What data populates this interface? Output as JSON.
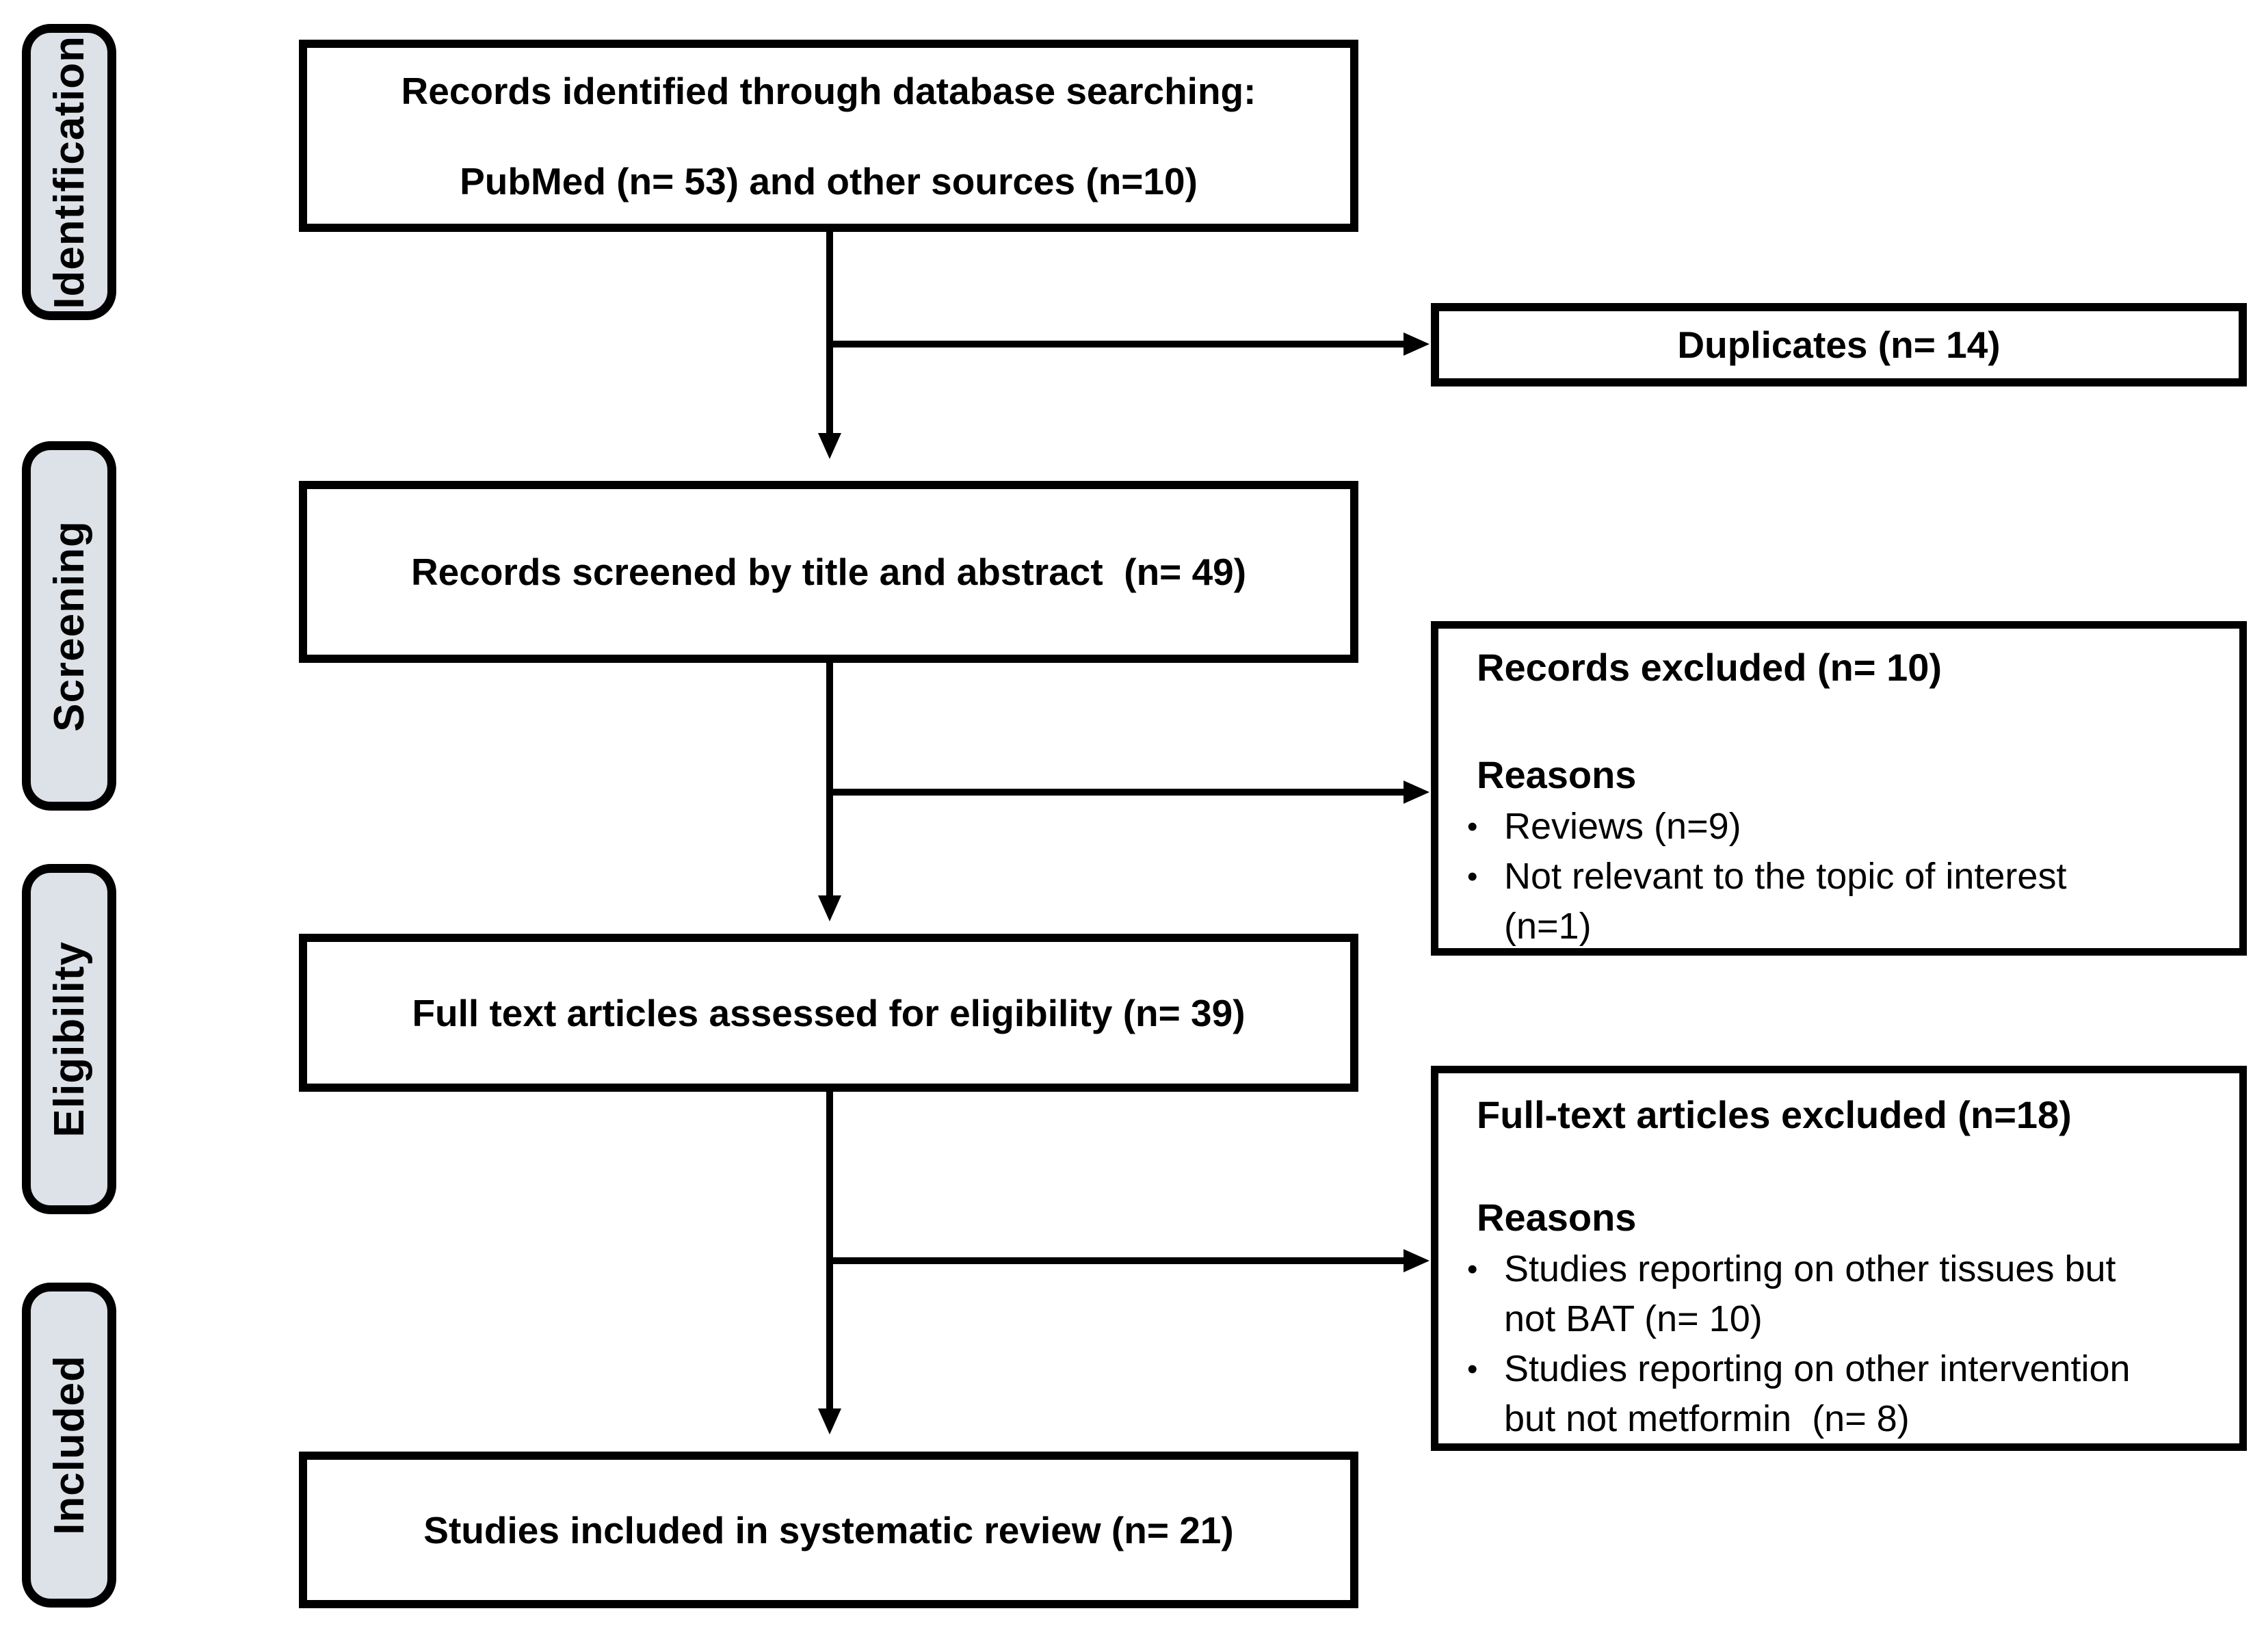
{
  "colors": {
    "ink": "#000000",
    "stage_fill": "#dde1e8",
    "background": "#ffffff"
  },
  "stages": [
    {
      "id": "identification",
      "label": "Identification"
    },
    {
      "id": "screening",
      "label": "Screening"
    },
    {
      "id": "eligibility",
      "label": "Eligibility"
    },
    {
      "id": "included",
      "label": "Included"
    }
  ],
  "flow_boxes": {
    "identified": {
      "line1": "Records identified through database searching:",
      "line2": "PubMed (n= 53) and other sources (n=10)"
    },
    "screened": {
      "text": "Records screened by title and abstract  (n= 49)"
    },
    "assessed": {
      "text": "Full text articles assessed for eligibility (n= 39)"
    },
    "included": {
      "text": "Studies included in systematic review (n= 21)"
    }
  },
  "side_boxes": {
    "duplicates": {
      "text": "Duplicates (n= 14)"
    },
    "records_excluded": {
      "title": "Records excluded (n= 10)",
      "reasons_label": "Reasons",
      "bullet_marker": "•",
      "bullets": [
        "Reviews (n=9)",
        "Not relevant to the topic of interest\n(n=1)"
      ]
    },
    "fulltext_excluded": {
      "title": "Full-text articles excluded (n=18)",
      "reasons_label": "Reasons",
      "bullet_marker": "•",
      "bullets": [
        "Studies reporting on other tissues but\nnot BAT (n= 10)",
        "Studies reporting on other intervention\nbut not metformin  (n= 8)"
      ]
    }
  }
}
